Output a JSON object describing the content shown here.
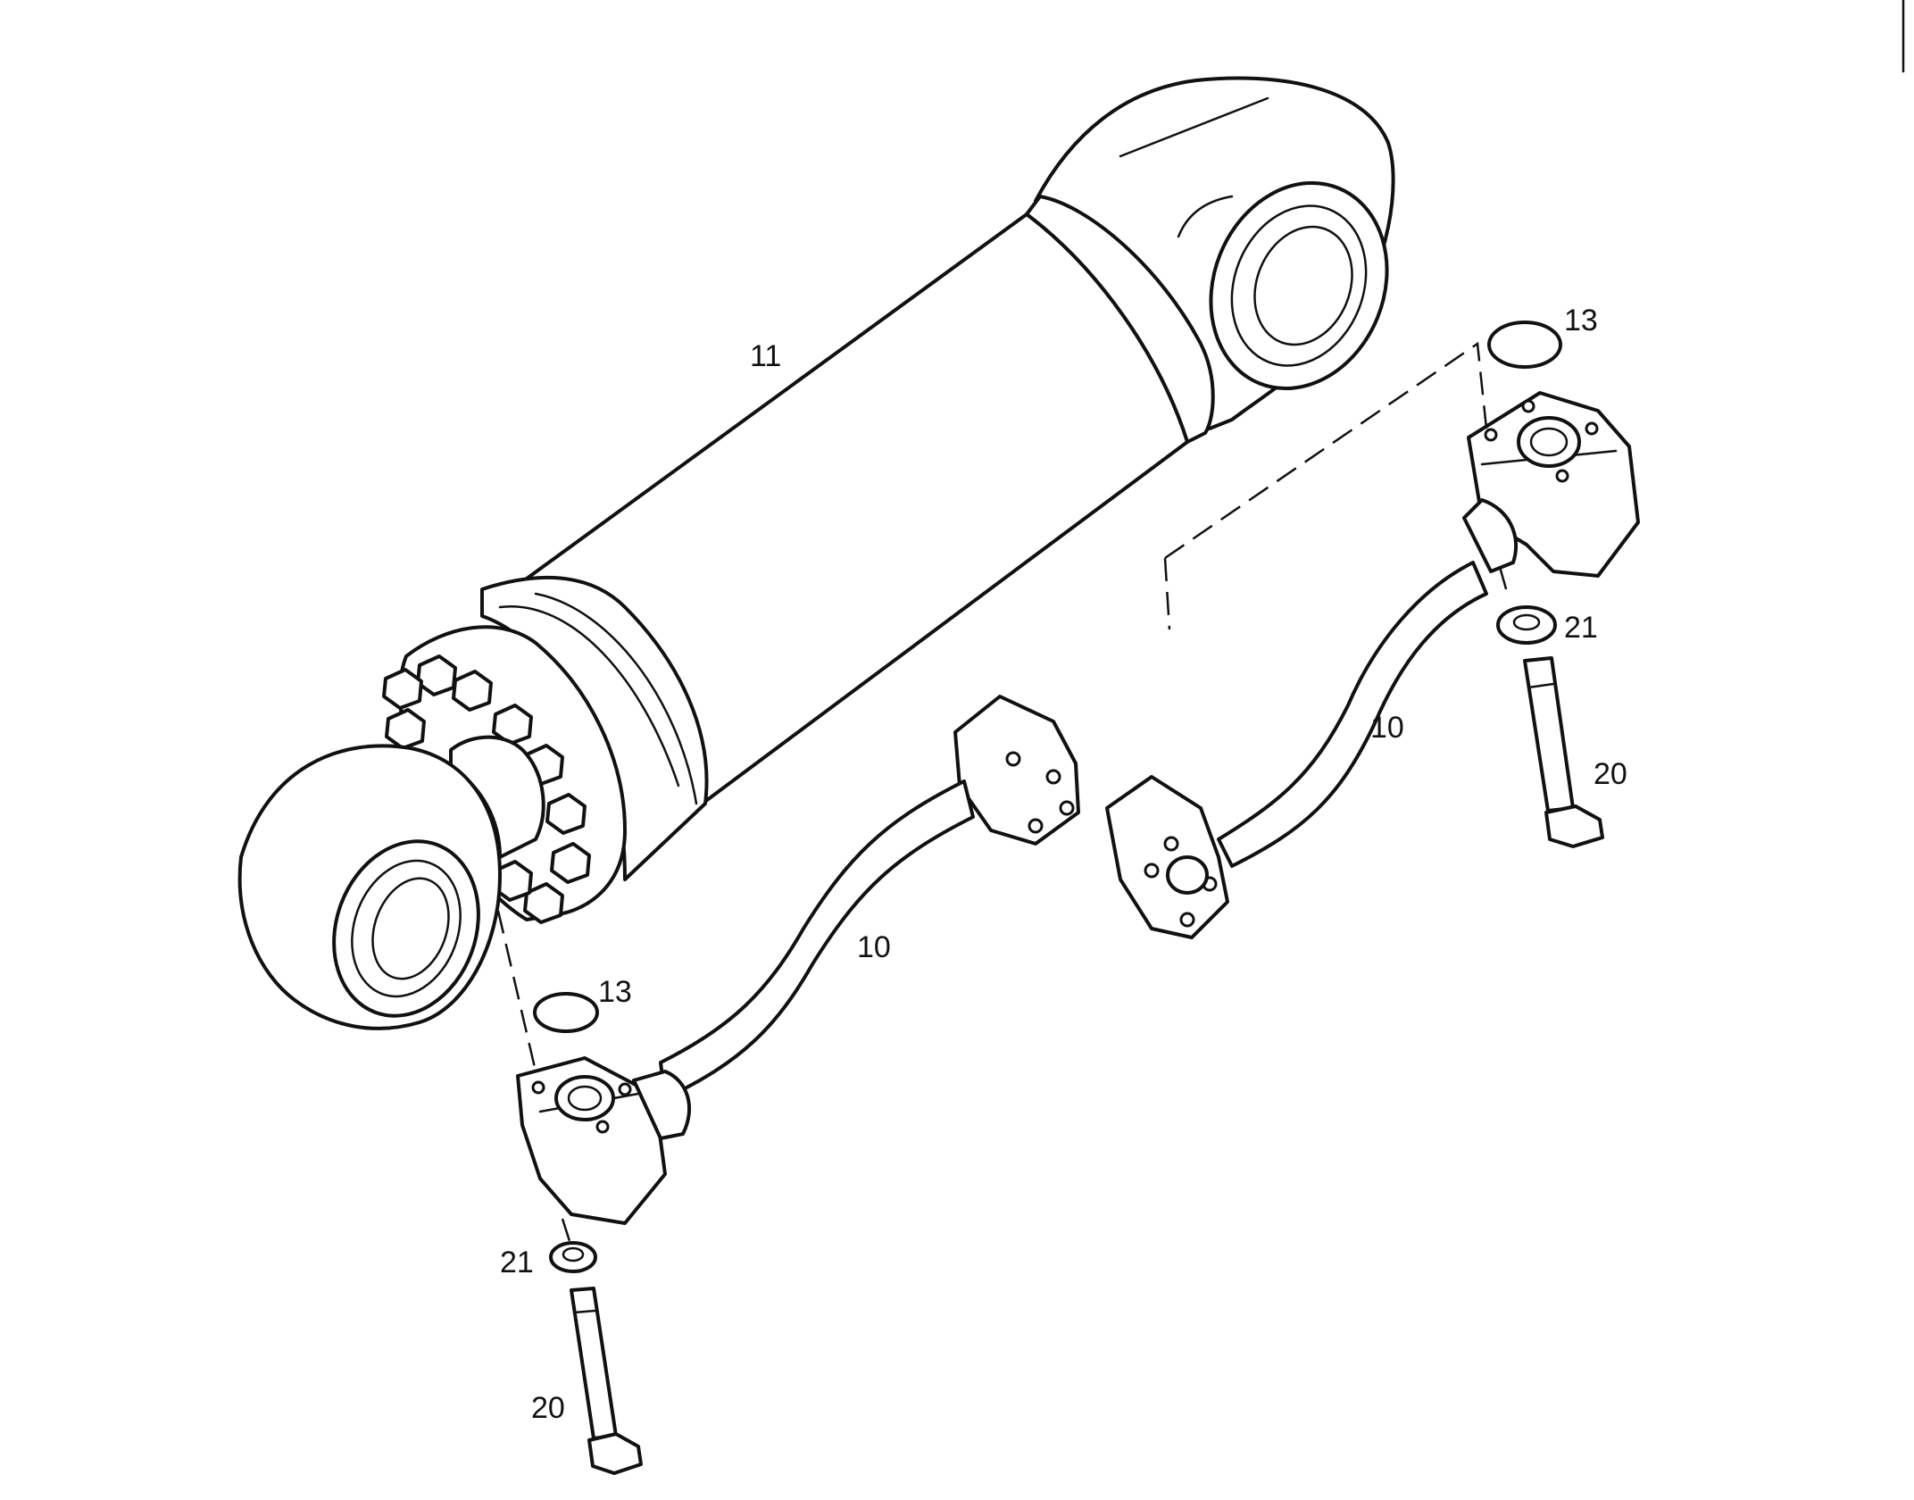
{
  "diagram": {
    "colors": {
      "line": "#111111",
      "paper": "#ffffff"
    },
    "parts": [
      {
        "id": "cylinder",
        "number": "11"
      },
      {
        "id": "pipe-front",
        "number": "10"
      },
      {
        "id": "pipe-rear",
        "number": "10"
      },
      {
        "id": "o-ring-front",
        "number": "13"
      },
      {
        "id": "o-ring-rear",
        "number": "13"
      },
      {
        "id": "washer-front",
        "number": "21"
      },
      {
        "id": "washer-rear",
        "number": "21"
      },
      {
        "id": "bolt-front",
        "number": "20"
      },
      {
        "id": "bolt-rear",
        "number": "20"
      }
    ]
  }
}
